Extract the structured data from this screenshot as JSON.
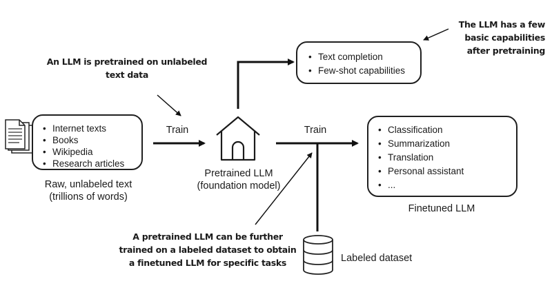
{
  "raw_text": {
    "items": [
      "Internet texts",
      "Books",
      "Wikipedia",
      "Research articles"
    ],
    "caption_line1": "Raw, unlabeled text",
    "caption_line2": "(trillions of words)"
  },
  "train_label_1": "Train",
  "train_label_2": "Train",
  "pretrained": {
    "caption_line1": "Pretrained LLM",
    "caption_line2": "(foundation model)"
  },
  "basic_capabilities": {
    "items": [
      "Text completion",
      "Few-shot capabilities"
    ]
  },
  "finetuned": {
    "items": [
      "Classification",
      "Summarization",
      "Translation",
      "Personal assistant",
      "..."
    ],
    "caption": "Finetuned LLM"
  },
  "labeled_dataset": "Labeled dataset",
  "annotations": {
    "pretrain_line1": "An LLM is pretrained on unlabeled",
    "pretrain_line2": "text data",
    "capabilities_line1": "The LLM has a few",
    "capabilities_line2": "basic capabilities",
    "capabilities_line3": "after pretraining",
    "finetune_line1": "A pretrained LLM can be further",
    "finetune_line2": "trained on a labeled dataset to obtain",
    "finetune_line3": "a finetuned LLM for specific tasks"
  }
}
